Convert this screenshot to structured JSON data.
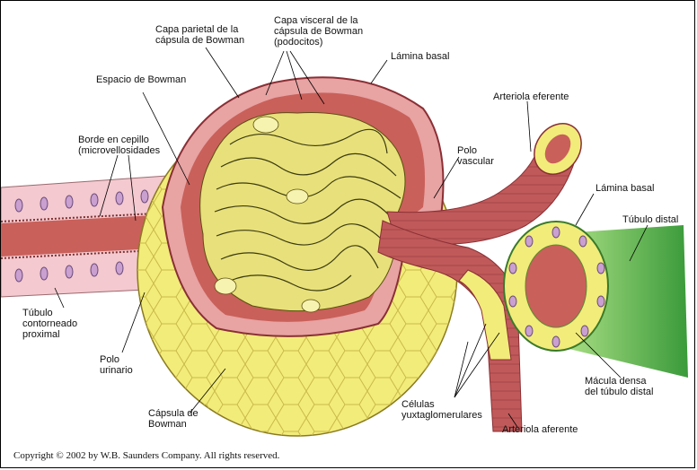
{
  "labels": {
    "capa_parietal": "Capa parietal de la\ncápsula de Bowman",
    "capa_visceral": "Capa visceral de la\ncápsula de Bowman\n(podocitos)",
    "espacio_bowman": "Espacio de Bowman",
    "lamina_basal_top": "Lámina basal",
    "arteriola_eferente": "Arteriola eferente",
    "borde_cepillo": "Borde en cepillo\n(microvellosidades",
    "polo_vascular": "Polo\nvascular",
    "lamina_basal_right": "Lámina basal",
    "tubulo_distal": "Túbulo distal",
    "tubulo_proximal": "Túbulo\ncontorneado\nproximal",
    "polo_urinario": "Polo\nurinario",
    "macula_densa": "Mácula densa\ndel túbulo distal",
    "celulas_yuxta": "Células\nyuxtaglomerulares",
    "capsula_bowman": "Cápsula de\nBowman",
    "arteriola_aferente": "Arteriola aferente"
  },
  "copyright": "Copyright © 2002 by W.B. Saunders Company. All rights reserved.",
  "colors": {
    "capsule": "#f2ec7a",
    "capsule_dark": "#c9b94a",
    "space": "#e8a3a3",
    "inner": "#c9605a",
    "glomerulus": "#e8e07a",
    "capillary_line": "#3a3a10",
    "vessel": "#c05a5a",
    "vessel_dark": "#8a2f35",
    "tubule": "#f4c9cf",
    "tubule_cell": "#c9a0d0",
    "distal": "#8fd070"
  }
}
